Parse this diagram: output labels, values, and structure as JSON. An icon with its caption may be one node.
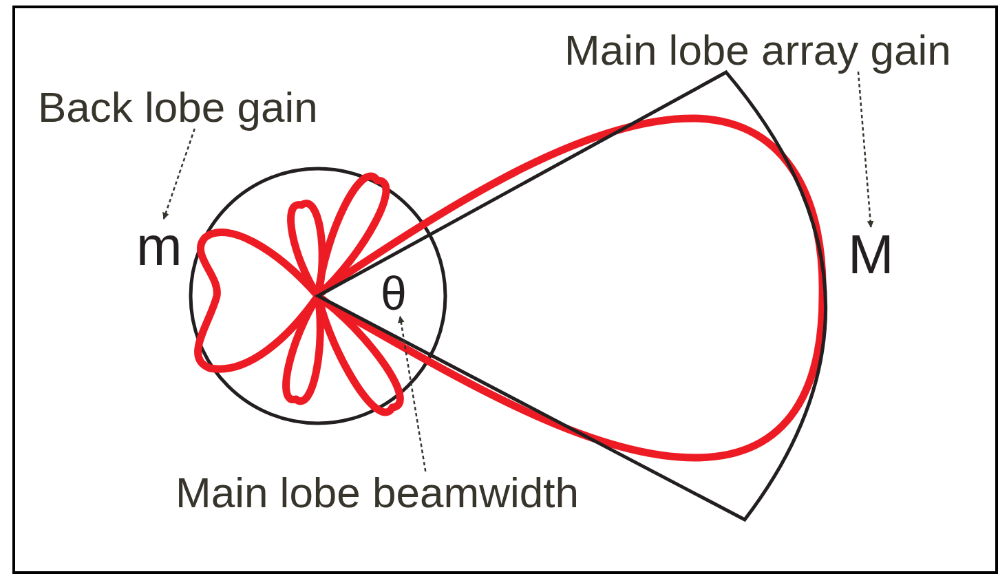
{
  "diagram": {
    "nodes": [
      {
        "text": [
          "Back lobe gain"
        ]
      },
      {
        "text": [
          "m"
        ]
      },
      {
        "text": [
          "Main lobe array gain"
        ]
      },
      {
        "text": [
          "M"
        ]
      },
      {
        "text": [
          "Main lobe beamwidth"
        ]
      },
      {
        "text": [
          "θ"
        ]
      }
    ],
    "edges": [
      {
        "from": 0,
        "to": 1,
        "arrow": "to",
        "style": "dashed"
      },
      {
        "from": 2,
        "to": 3,
        "arrow": "to",
        "style": "dashed"
      },
      {
        "from": 4,
        "to": 5,
        "arrow": "to",
        "style": "dashed"
      }
    ]
  }
}
